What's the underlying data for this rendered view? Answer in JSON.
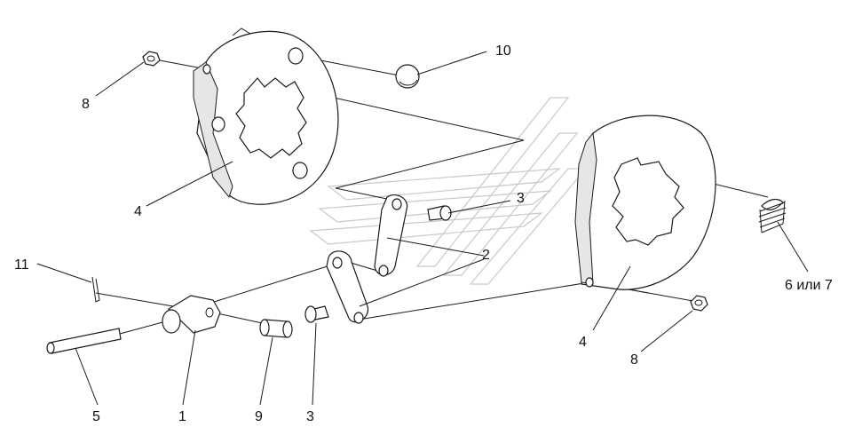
{
  "callouts": {
    "c10": "10",
    "c8_left": "8",
    "c4_left": "4",
    "c3_top": "3",
    "c2": "2",
    "c11": "11",
    "c6_7": "6 или 7",
    "c4_right": "4",
    "c8_right": "8",
    "c5": "5",
    "c1": "1",
    "c9": "9",
    "c3_bottom": "3"
  }
}
